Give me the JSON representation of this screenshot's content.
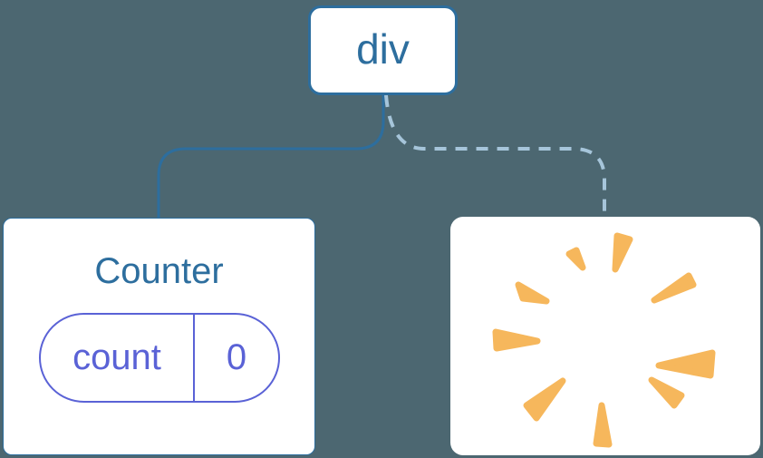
{
  "diagram": {
    "description": "component tree: div root with Counter child (kept, solid edge) and removed child (dashed edge, poof)",
    "background_color": "#4C6771",
    "accent_blue": "#2D6E9E",
    "root_node": {
      "label": "div"
    },
    "edges": [
      {
        "type": "solid",
        "from": "div",
        "to": "counter-card",
        "color": "#2D6E9E"
      },
      {
        "type": "dashed",
        "from": "div",
        "to": "removed-card",
        "color": "#A6C5DA"
      }
    ],
    "counter_node": {
      "title": "Counter",
      "state_pill": {
        "key_label": "count",
        "value": "0",
        "color": "#5A62D6"
      }
    },
    "removed_node": {
      "icon": "poof-starburst-icon",
      "color": "#F6B75C",
      "ray_count": 9
    }
  }
}
